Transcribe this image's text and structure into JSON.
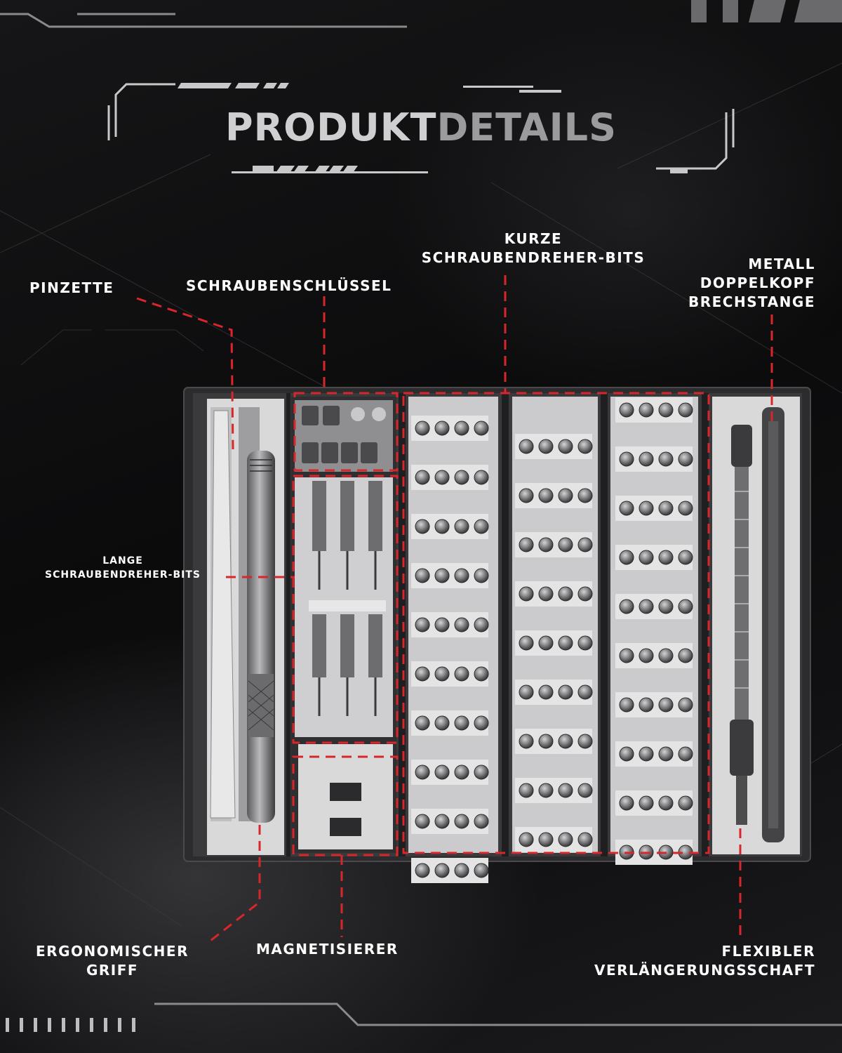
{
  "title": {
    "part1": "PRODUKT",
    "part2": "DETAILS"
  },
  "labels": {
    "pinzette": "PINZETTE",
    "schraubenschluessel": "SCHRAUBENSCHLÜSSEL",
    "kurze_bits": [
      "KURZE",
      "SCHRAUBENDREHER-BITS"
    ],
    "brechstange": [
      "METALL",
      "DOPPELKOPF",
      "BRECHSTANGE"
    ],
    "lange_bits": [
      "LANGE",
      "SCHRAUBENDREHER-BITS"
    ],
    "griff": [
      "ERGONOMISCHER",
      "GRIFF"
    ],
    "magnetisierer": "MAGNETISIERER",
    "schaft": [
      "FLEXIBLER",
      "VERLÄNGERUNGSSCHAFT"
    ]
  },
  "colors": {
    "background": "#0c0c0d",
    "callout_line": "#d8262b",
    "case_gray": "#3a3a3c",
    "tray_light": "#d9d9da",
    "text": "#ffffff"
  }
}
